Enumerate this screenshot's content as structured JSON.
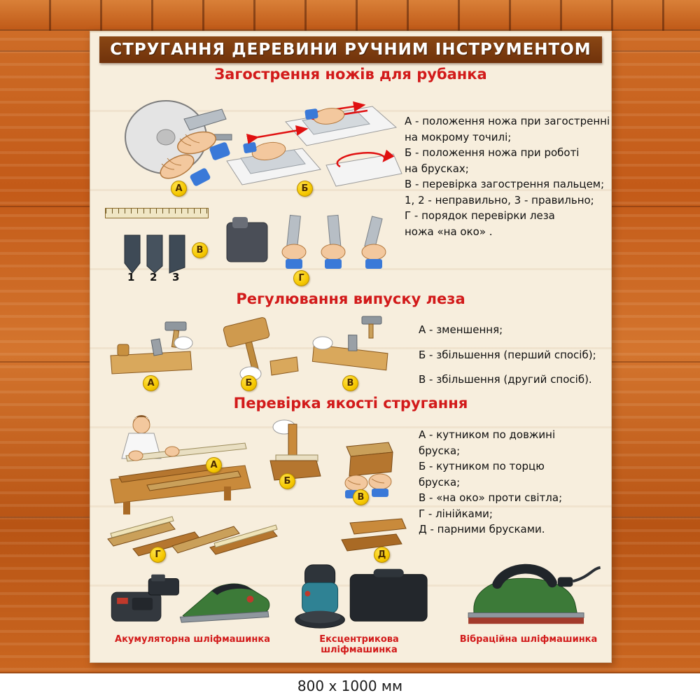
{
  "poster": {
    "title": "СТРУГАННЯ ДЕРЕВИНИ РУЧНИМ ІНСТРУМЕНТОМ",
    "sections": [
      {
        "heading": "Загострення ножів для рубанка",
        "lines": [
          "А - положення ножа при загостренні",
          "на мокрому точилі;",
          "Б - положення ножа при роботі",
          "на брусках;",
          "В - перевірка загострення пальцем;",
          "1, 2 - неправильно, 3 - правильно;",
          "Г - порядок перевірки леза",
          "ножа «на око» ."
        ]
      },
      {
        "heading": "Регулювання випуску леза",
        "lines": [
          "А - зменшення;",
          "Б - збільшення (перший спосіб);",
          "В - збільшення (другий спосіб)."
        ]
      },
      {
        "heading": "Перевірка якості стругання",
        "lines": [
          "А - кутником по довжині",
          "бруска;",
          "Б - кутником по торцю",
          "бруска;",
          "В -  «на око» проти світла;",
          "Г - лінійками;",
          "Д - парними брусками."
        ]
      }
    ],
    "tools": [
      {
        "caption": "Акумуляторна шліфмашинка"
      },
      {
        "caption": "Ексцентрикова шліфмашинка"
      },
      {
        "caption": "Вібраційна шліфмашинка"
      }
    ]
  },
  "badges": {
    "a": "А",
    "b": "Б",
    "v": "В",
    "g": "Г",
    "d": "Д"
  },
  "profiles": [
    "1",
    "2",
    "3"
  ],
  "colors": {
    "accent_red": "#d21a1a",
    "title_brown": "#7b3a10",
    "panel_cream": "#f7eedd",
    "wood_orange": "#c35a18",
    "badge_yellow": "#f6c800"
  },
  "footer": {
    "size_label": "800 x 1000 мм"
  }
}
